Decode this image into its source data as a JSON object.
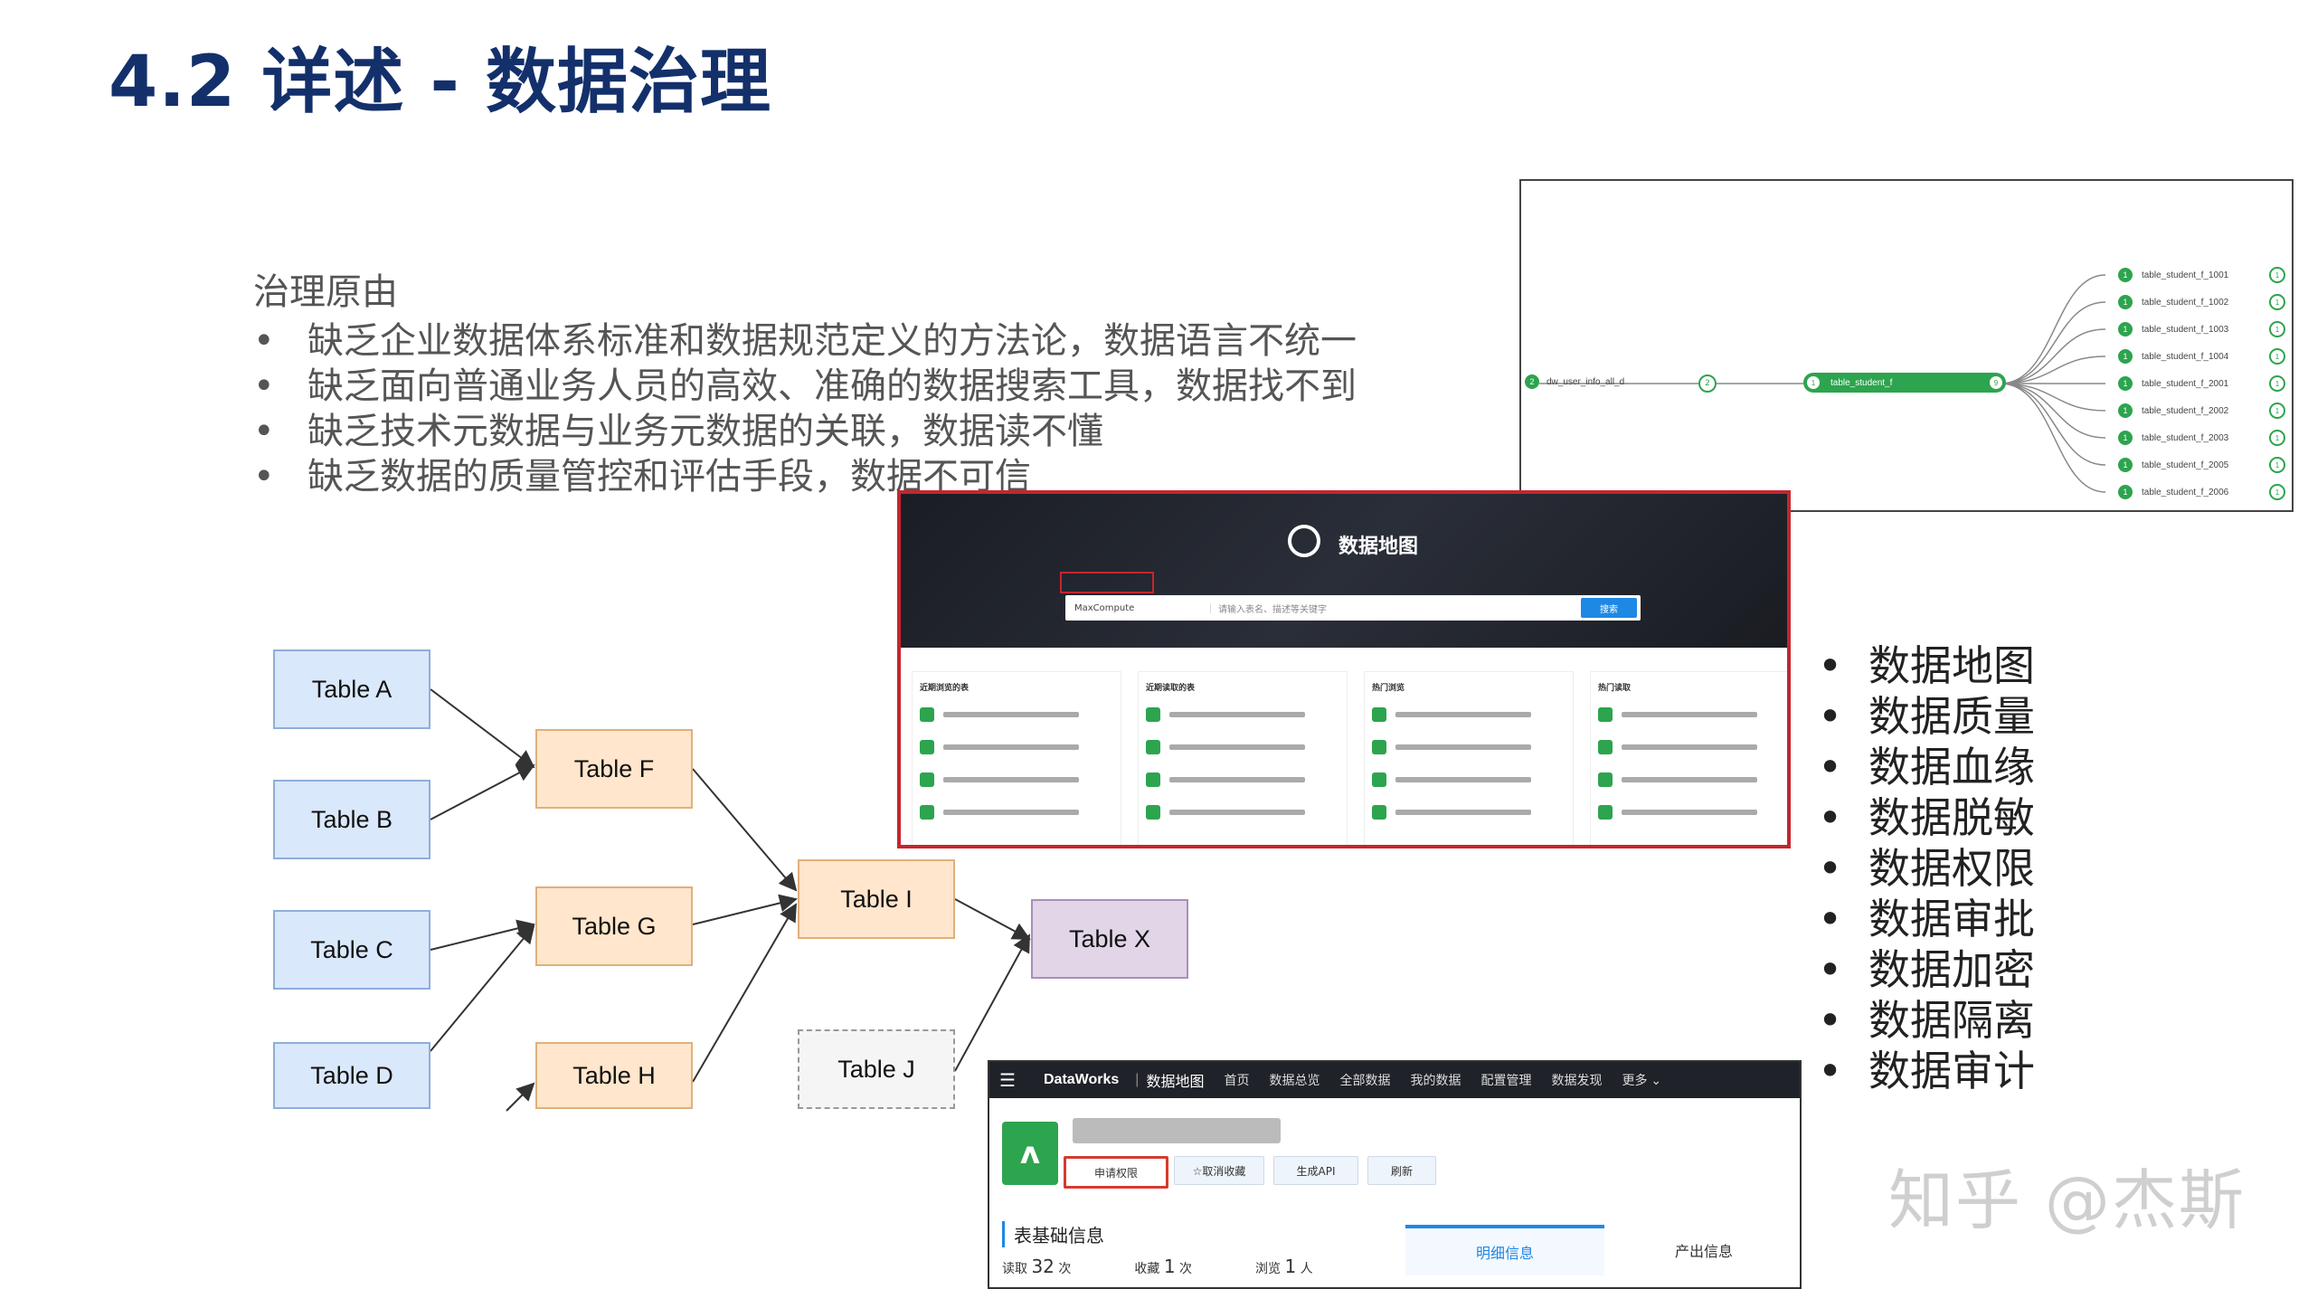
{
  "slide": {
    "title": "4.2 详述 - 数据治理"
  },
  "reasons": {
    "heading": "治理原由",
    "items": [
      "缺乏企业数据体系标准和数据规范定义的方法论，数据语言不统一",
      "缺乏面向普通业务人员的高效、准确的数据搜索工具，数据找不到",
      "缺乏技术元数据与业务元数据的关联，数据读不懂",
      "缺乏数据的质量管控和评估手段，数据不可信"
    ]
  },
  "lineage_diagram": {
    "tables": {
      "a": "Table A",
      "b": "Table B",
      "c": "Table C",
      "d": "Table D",
      "f": "Table F",
      "g": "Table G",
      "h": "Table H",
      "i": "Table I",
      "j": "Table J",
      "x": "Table X"
    }
  },
  "lineage_screenshot": {
    "source": "dw_user_info_all_d",
    "source_badge": "2",
    "middle_badge": "2",
    "center": "table_student_f",
    "center_badge_left": "1",
    "center_badge_right": "9",
    "leaves": [
      "table_student_f_1001",
      "table_student_f_1002",
      "table_student_f_1003",
      "table_student_f_1004",
      "table_student_f_2001",
      "table_student_f_2002",
      "table_student_f_2003",
      "table_student_f_2005",
      "table_student_f_2006"
    ],
    "leaf_badge": "1"
  },
  "datamap": {
    "title": "数据地图",
    "search_source": "MaxCompute",
    "search_placeholder": "请输入表名、描述等关键字",
    "search_button": "搜索",
    "columns": [
      "近期浏览的表",
      "近期读取的表",
      "热门浏览",
      "热门读取"
    ]
  },
  "capabilities": [
    "数据地图",
    "数据质量",
    "数据血缘",
    "数据脱敏",
    "数据权限",
    "数据审批",
    "数据加密",
    "数据隔离",
    "数据审计"
  ],
  "dataworks": {
    "nav": {
      "menu": "☰",
      "brand": "DataWorks",
      "separator": "|",
      "module": "数据地图",
      "items": [
        "首页",
        "数据总览",
        "全部数据",
        "我的数据",
        "配置管理",
        "数据发现",
        "更多 ⌄"
      ]
    },
    "buttons": {
      "apply": "申请权限",
      "unfavorite": "☆取消收藏",
      "api": "生成API",
      "refresh": "刷新"
    },
    "section_title": "表基础信息",
    "stats": {
      "reads_label": "读取",
      "reads": "32",
      "reads_unit": "次",
      "favs_label": "收藏",
      "favs": "1",
      "favs_unit": "次",
      "views_label": "浏览",
      "views": "1",
      "views_unit": "人"
    },
    "tabs": [
      "明细信息",
      "产出信息"
    ]
  },
  "watermark": "知乎 @杰斯"
}
